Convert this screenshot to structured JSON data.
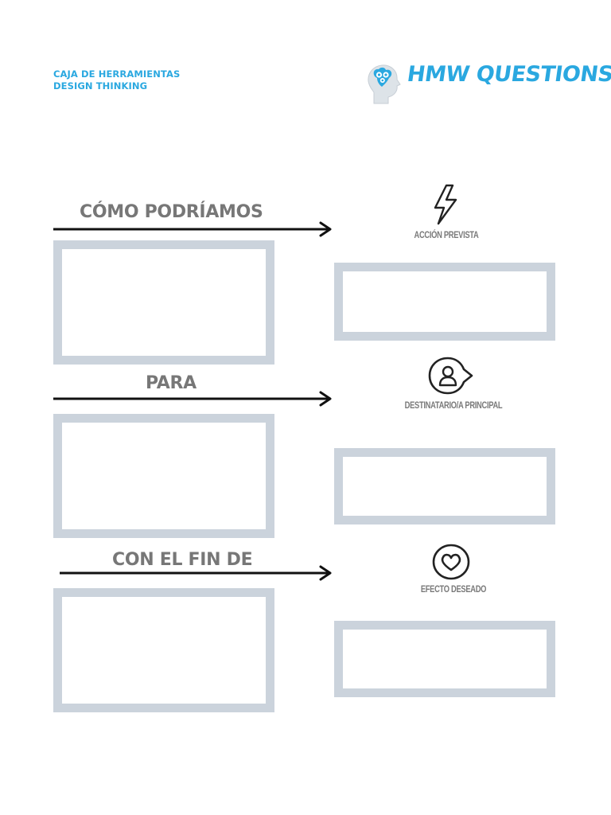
{
  "header": {
    "toolkit_line1": "CAJA DE HERRAMIENTAS",
    "toolkit_line2": "DESIGN THINKING",
    "brand_title": "HMW QUESTIONS",
    "brand_icon": "head-with-gears-icon"
  },
  "sections": [
    {
      "prompt": "CÓMO PODRÍAMOS",
      "label": "ACCIÓN PREVISTA",
      "icon": "lightning-icon"
    },
    {
      "prompt": "PARA",
      "label": "DESTINATARIO/A PRINCIPAL",
      "icon": "user-icon"
    },
    {
      "prompt": "CON EL FIN DE",
      "label": "EFECTO DESEADO",
      "icon": "heart-icon"
    }
  ],
  "colors": {
    "accent": "#2aa8e0",
    "prompt_text": "#777777",
    "box_border": "#cbd3dc",
    "arrow": "#111111"
  }
}
